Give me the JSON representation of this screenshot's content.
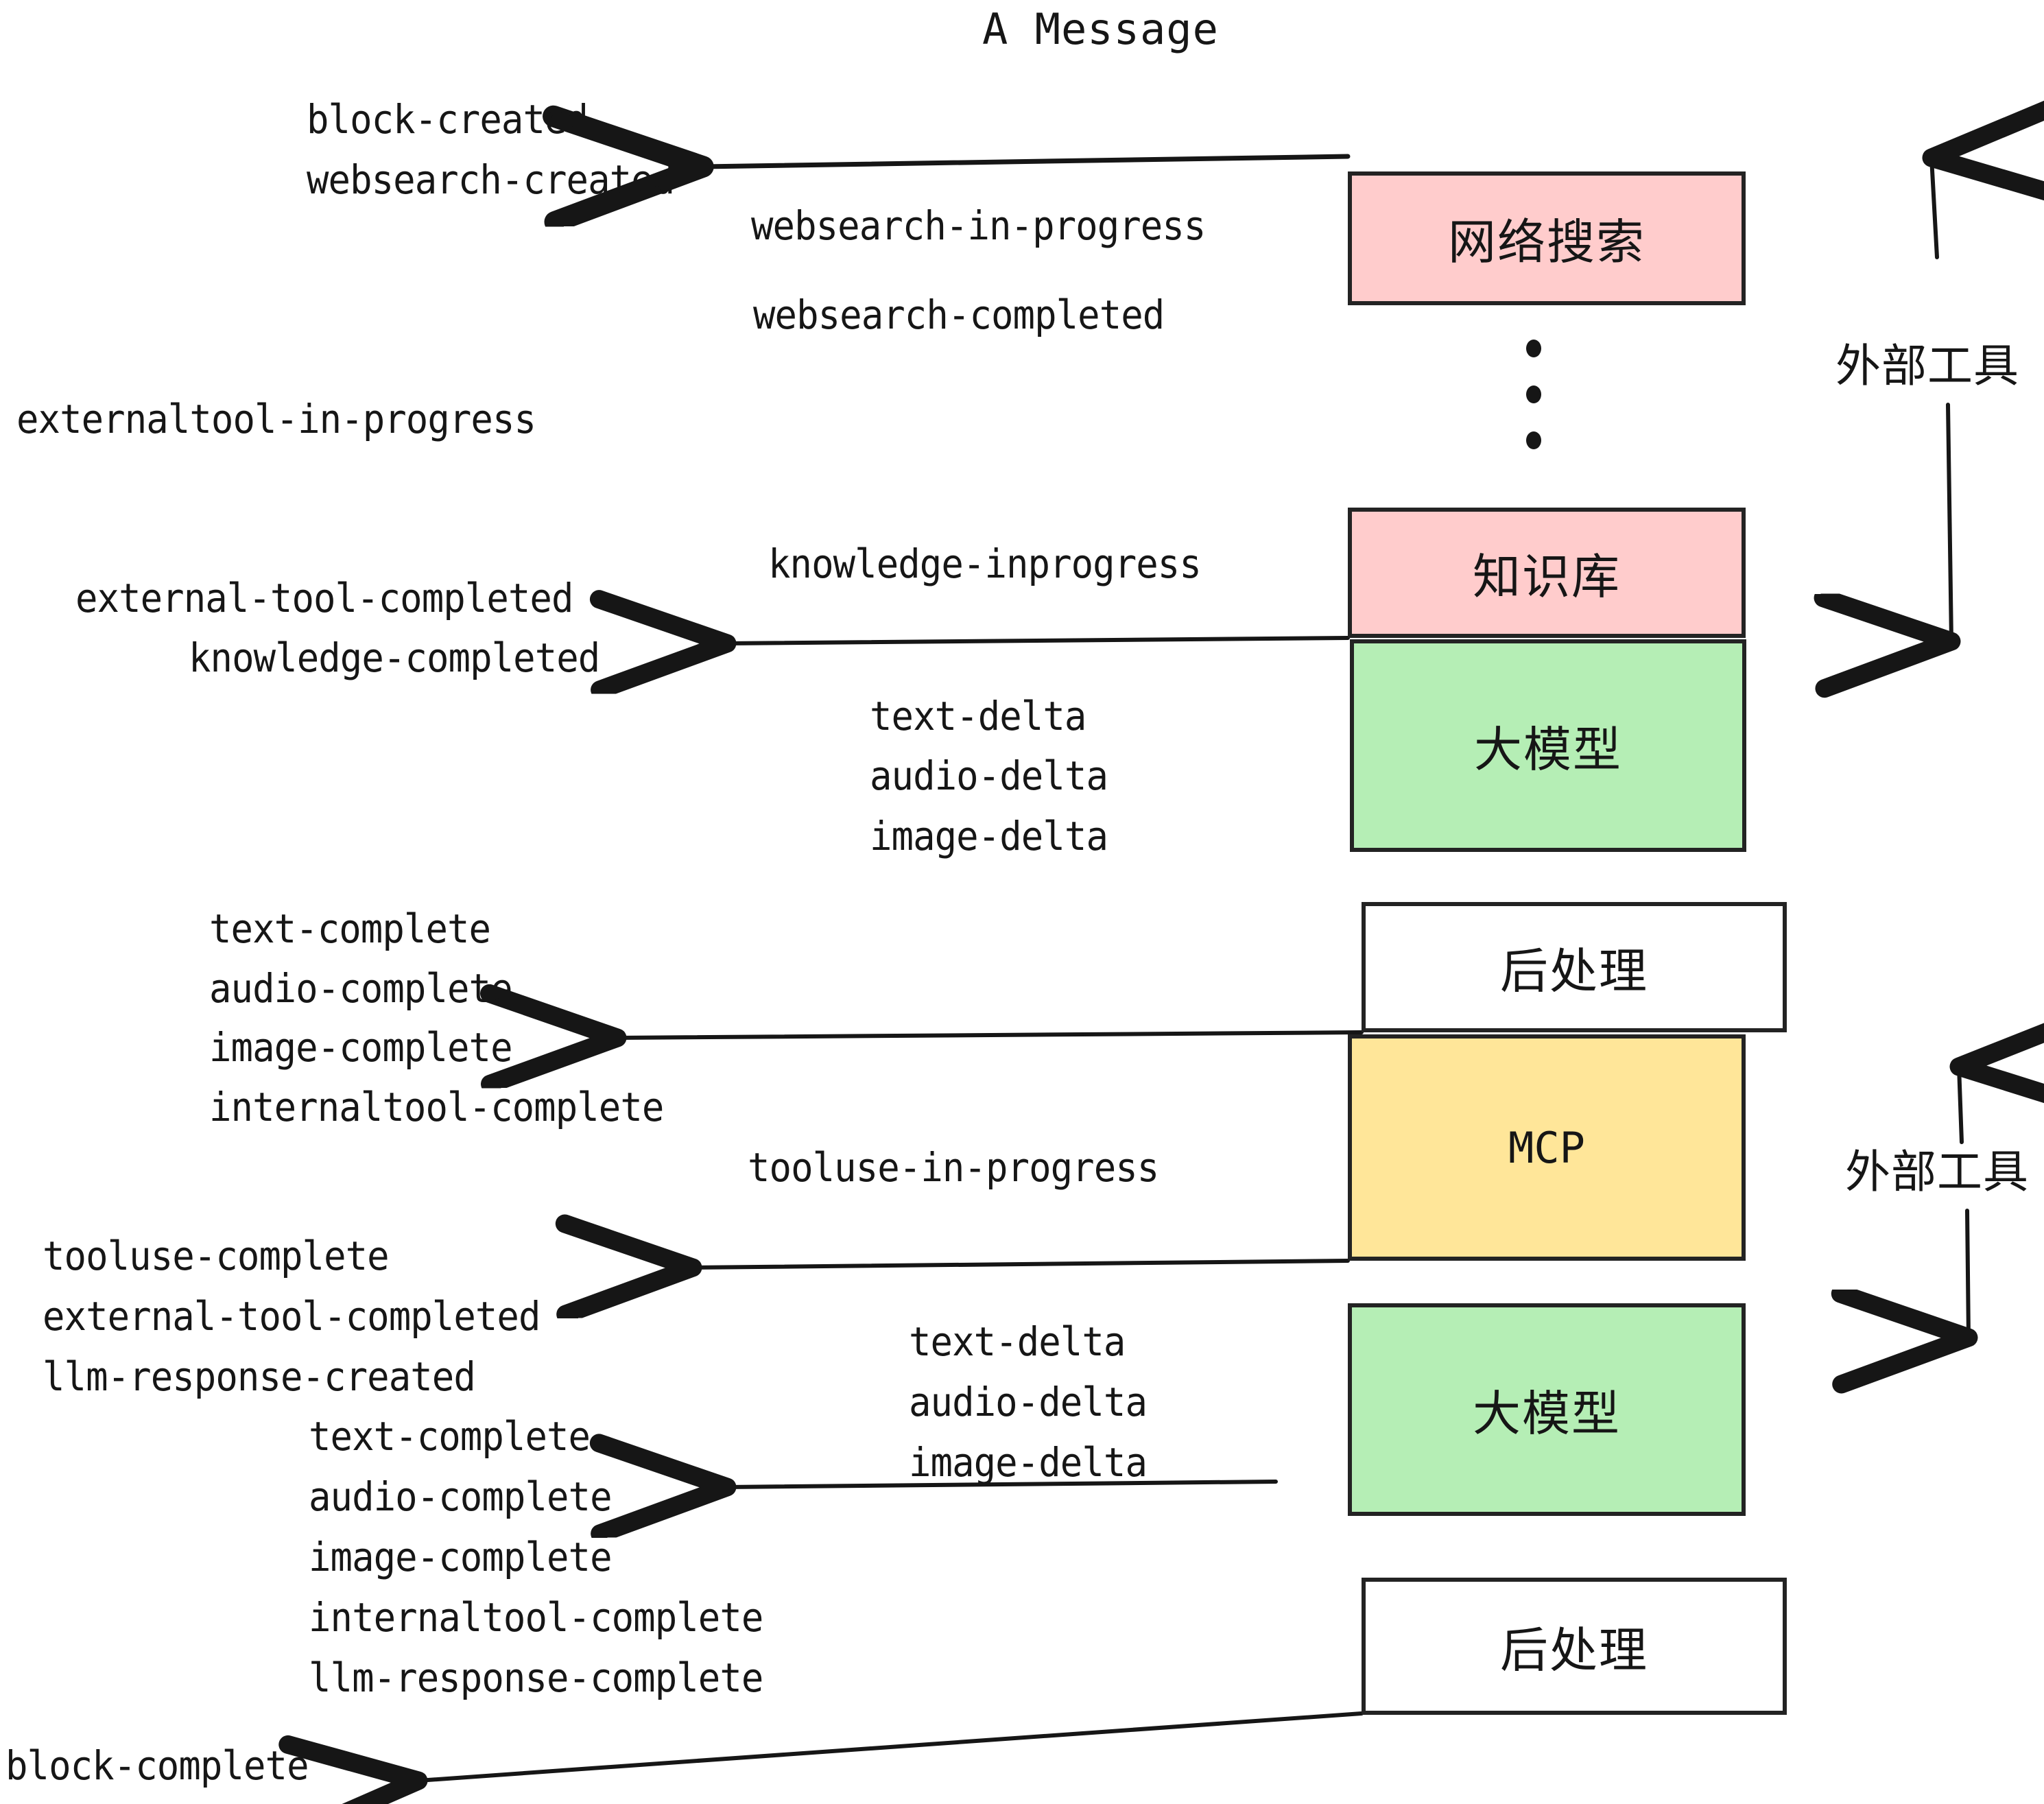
{
  "title": "A Message",
  "colors": {
    "external_tool_fill": "#ffcccc",
    "llm_fill": "#b5eeb5",
    "mcp_fill": "#ffe699",
    "postprocess_fill": "#ffffff",
    "stroke": "#232323",
    "text": "#161616",
    "background": "#ffffff"
  },
  "nodes": [
    {
      "id": "websearch",
      "label": "网络搜索",
      "fill": "#ffcccc"
    },
    {
      "id": "knowledge",
      "label": "知识库",
      "fill": "#ffcccc"
    },
    {
      "id": "llm1",
      "label": "大模型",
      "fill": "#b5eeb5"
    },
    {
      "id": "postprocess1",
      "label": "后处理",
      "fill": "#ffffff"
    },
    {
      "id": "mcp",
      "label": "MCP",
      "fill": "#ffe699"
    },
    {
      "id": "llm2",
      "label": "大模型",
      "fill": "#b5eeb5"
    },
    {
      "id": "postprocess2",
      "label": "后处理",
      "fill": "#ffffff"
    }
  ],
  "side_labels": [
    {
      "id": "external-tool-top",
      "label": "外部工具"
    },
    {
      "id": "external-tool-bottom",
      "label": "外部工具"
    }
  ],
  "events": {
    "block_created": "block-created",
    "websearch_created": "websearch-created",
    "websearch_in_progress": "websearch-in-progress",
    "websearch_completed": "websearch-completed",
    "externaltool_in_progress": "externaltool-in-progress",
    "knowledge_inprogress": "knowledge-inprogress",
    "external_tool_completed_1": "external-tool-completed",
    "knowledge_completed": "knowledge-completed",
    "text_delta_1": "text-delta",
    "audio_delta_1": "audio-delta",
    "image_delta_1": "image-delta",
    "text_complete_1": "text-complete",
    "audio_complete_1": "audio-complete",
    "image_complete_1": "image-complete",
    "internaltool_complete_1": "internaltool-complete",
    "tooluse_in_progress": "tooluse-in-progress",
    "tooluse_complete": "tooluse-complete",
    "external_tool_completed_2": "external-tool-completed",
    "llm_response_created": "llm-response-created",
    "text_delta_2": "text-delta",
    "audio_delta_2": "audio-delta",
    "image_delta_2": "image-delta",
    "text_complete_2": "text-complete",
    "audio_complete_2": "audio-complete",
    "image_complete_2": "image-complete",
    "internaltool_complete_2": "internaltool-complete",
    "llm_response_complete": "llm-response-complete",
    "block_complete": "block-complete"
  }
}
